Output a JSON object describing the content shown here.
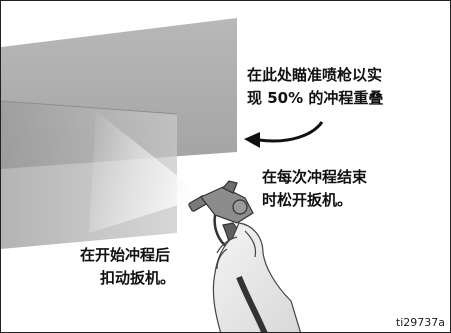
{
  "callouts": {
    "aim": [
      "在此处瞄准喷枪以实",
      "现 50% 的冲程重叠"
    ],
    "release": [
      "在每次冲程结束",
      "时松开扳机。"
    ],
    "pull": [
      "在开始冲程后",
      "扣动扳机。"
    ]
  },
  "figure_id": "ti29737a"
}
